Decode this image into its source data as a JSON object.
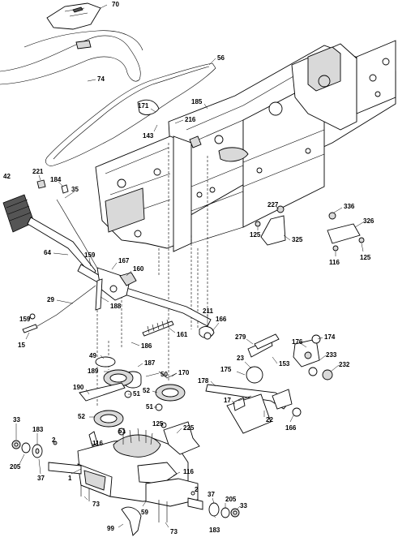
{
  "diagram": {
    "callouts": [
      {
        "id": "p70",
        "text": "70"
      },
      {
        "id": "p56",
        "text": "56"
      },
      {
        "id": "p74",
        "text": "74"
      },
      {
        "id": "p171",
        "text": "171"
      },
      {
        "id": "p185",
        "text": "185"
      },
      {
        "id": "p216",
        "text": "216"
      },
      {
        "id": "p143",
        "text": "143"
      },
      {
        "id": "p42",
        "text": "42"
      },
      {
        "id": "p221",
        "text": "221"
      },
      {
        "id": "p184",
        "text": "184"
      },
      {
        "id": "p35",
        "text": "35"
      },
      {
        "id": "p227",
        "text": "227"
      },
      {
        "id": "p336",
        "text": "336"
      },
      {
        "id": "p326",
        "text": "326"
      },
      {
        "id": "p125a",
        "text": "125"
      },
      {
        "id": "p325",
        "text": "325"
      },
      {
        "id": "p116a",
        "text": "116"
      },
      {
        "id": "p125b",
        "text": "125"
      },
      {
        "id": "p64",
        "text": "64"
      },
      {
        "id": "p159a",
        "text": "159"
      },
      {
        "id": "p167",
        "text": "167"
      },
      {
        "id": "p160",
        "text": "160"
      },
      {
        "id": "p29",
        "text": "29"
      },
      {
        "id": "p188",
        "text": "188"
      },
      {
        "id": "p211",
        "text": "211"
      },
      {
        "id": "p166a",
        "text": "166"
      },
      {
        "id": "p159b",
        "text": "159"
      },
      {
        "id": "p15",
        "text": "15"
      },
      {
        "id": "p161",
        "text": "161"
      },
      {
        "id": "p186",
        "text": "186"
      },
      {
        "id": "p279",
        "text": "279"
      },
      {
        "id": "p176",
        "text": "176"
      },
      {
        "id": "p174",
        "text": "174"
      },
      {
        "id": "p49",
        "text": "49"
      },
      {
        "id": "p187",
        "text": "187"
      },
      {
        "id": "p189",
        "text": "189"
      },
      {
        "id": "p23",
        "text": "23"
      },
      {
        "id": "p153",
        "text": "153"
      },
      {
        "id": "p233",
        "text": "233"
      },
      {
        "id": "p232",
        "text": "232"
      },
      {
        "id": "p50",
        "text": "50"
      },
      {
        "id": "p170",
        "text": "170"
      },
      {
        "id": "p175",
        "text": "175"
      },
      {
        "id": "p178",
        "text": "178"
      },
      {
        "id": "p190",
        "text": "190"
      },
      {
        "id": "p52a",
        "text": "52"
      },
      {
        "id": "p51a",
        "text": "51"
      },
      {
        "id": "p51b",
        "text": "51"
      },
      {
        "id": "p17",
        "text": "17"
      },
      {
        "id": "p22",
        "text": "22"
      },
      {
        "id": "p166b",
        "text": "166"
      },
      {
        "id": "p52b",
        "text": "52"
      },
      {
        "id": "p51c",
        "text": "51"
      },
      {
        "id": "p33a",
        "text": "33"
      },
      {
        "id": "p183a",
        "text": "183"
      },
      {
        "id": "p2a",
        "text": "2"
      },
      {
        "id": "p125c",
        "text": "125"
      },
      {
        "id": "p225",
        "text": "225"
      },
      {
        "id": "p116b",
        "text": "116"
      },
      {
        "id": "p205a",
        "text": "205"
      },
      {
        "id": "p37a",
        "text": "37"
      },
      {
        "id": "p1",
        "text": "1"
      },
      {
        "id": "p116c",
        "text": "116"
      },
      {
        "id": "p2b",
        "text": "2"
      },
      {
        "id": "p37b",
        "text": "37"
      },
      {
        "id": "p205b",
        "text": "205"
      },
      {
        "id": "p73a",
        "text": "73"
      },
      {
        "id": "p59",
        "text": "59"
      },
      {
        "id": "p33b",
        "text": "33"
      },
      {
        "id": "p99",
        "text": "99"
      },
      {
        "id": "p73b",
        "text": "73"
      },
      {
        "id": "p183b",
        "text": "183"
      }
    ]
  }
}
